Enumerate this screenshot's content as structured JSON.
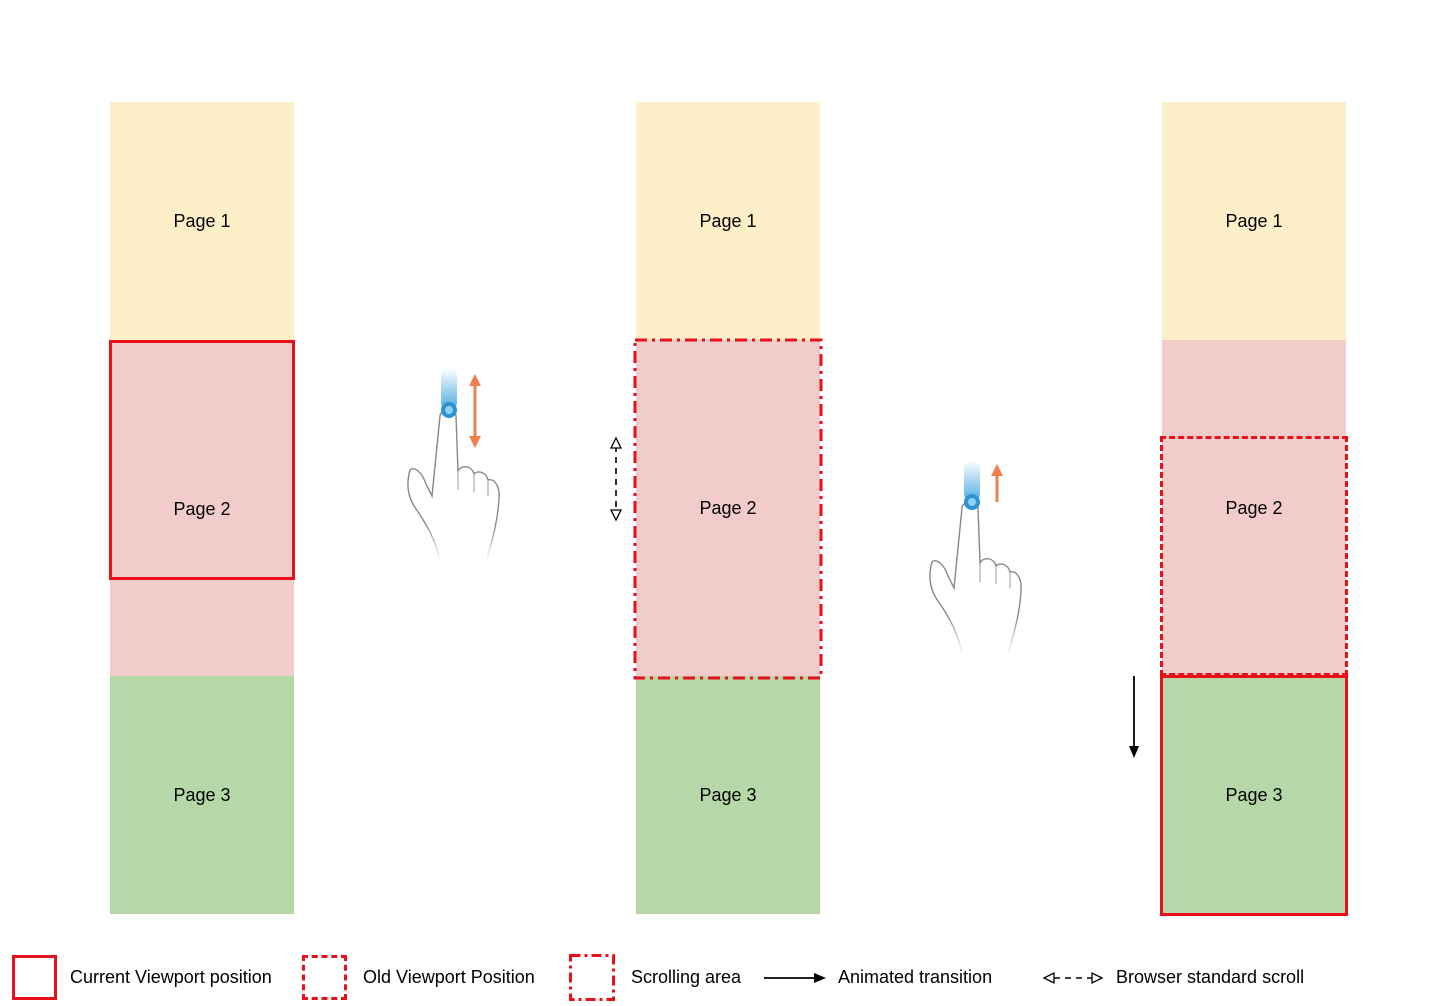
{
  "colors": {
    "page1": "#fdefc8",
    "page2": "#f2cbcb",
    "page3": "#b6d7a8",
    "viewport": "#e8101a",
    "finger_blue": "#3aa0dd",
    "arrow_orange": "#ef7f4b"
  },
  "columns": [
    {
      "page1": "Page 1",
      "page2": "Page 2",
      "page3": "Page 3"
    },
    {
      "page1": "Page 1",
      "page2": "Page 2",
      "page3": "Page 3"
    },
    {
      "page1": "Page 1",
      "page2": "Page 2",
      "page3": "Page 3"
    }
  ],
  "gestures": [
    {
      "icon": "swipe-up-down-hand-icon"
    },
    {
      "icon": "swipe-up-hand-icon"
    }
  ],
  "legend": {
    "current": "Current Viewport position",
    "old": "Old Viewport Position",
    "scrolling": "Scrolling area",
    "animated": "Animated transition",
    "browser": "Browser standard scroll"
  }
}
